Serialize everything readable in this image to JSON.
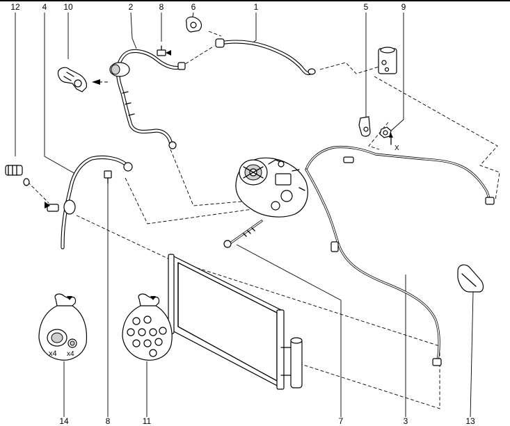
{
  "callouts": {
    "c12": "12",
    "c4": "4",
    "c10": "10",
    "c2": "2",
    "c8_top": "8",
    "c6": "6",
    "c1": "1",
    "c5": "5",
    "c9": "9",
    "c14": "14",
    "c8_bottom": "8",
    "c11": "11",
    "c7": "7",
    "c3": "3",
    "c13": "13"
  },
  "kit_14": {
    "qty_left": "x4",
    "qty_right": "x4"
  },
  "marker_x": "X"
}
